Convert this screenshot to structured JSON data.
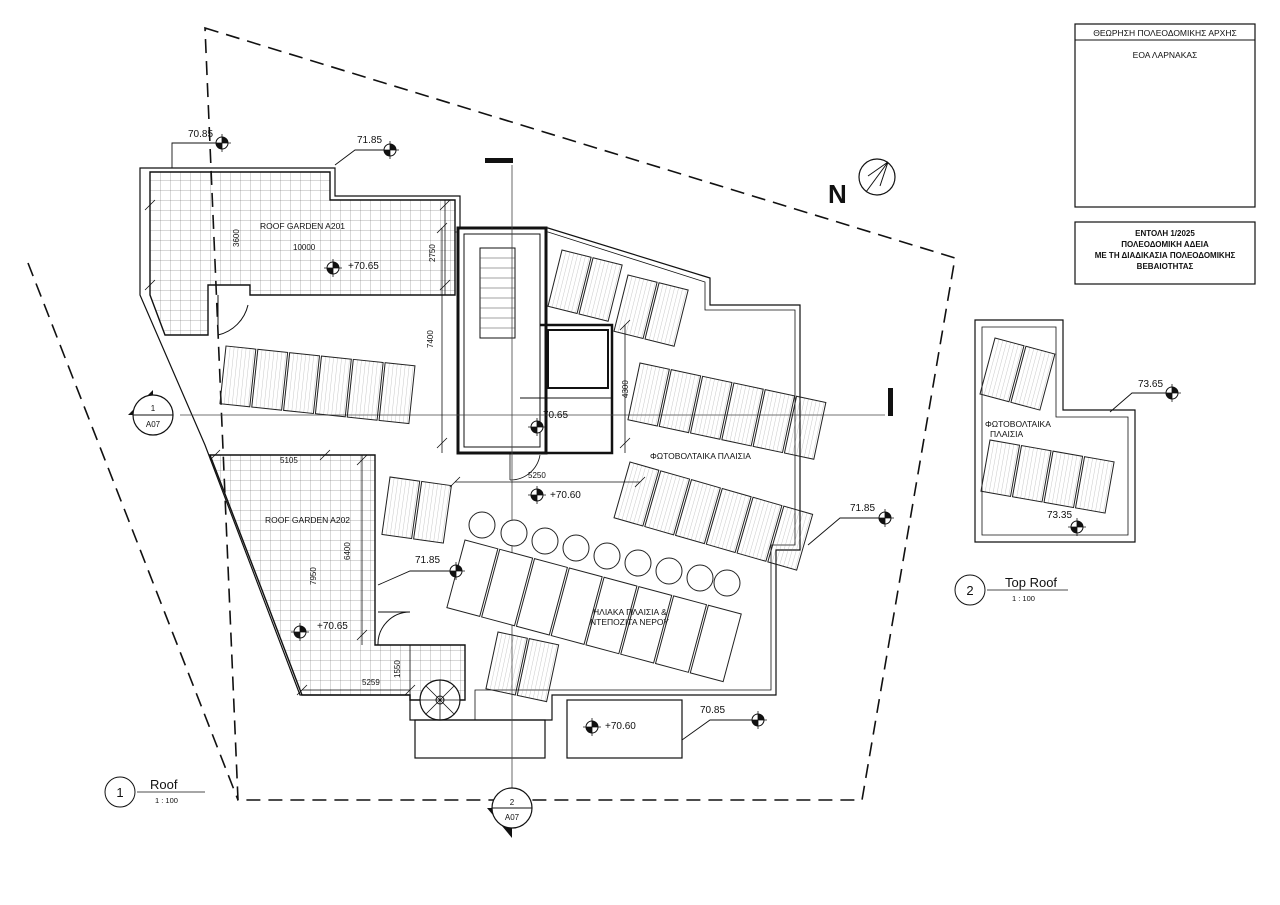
{
  "stamp_box": {
    "header": "ΘΕΩΡΗΣΗ ΠΟΛΕΟΔΟΜΙΚΗΣ ΑΡΧΗΣ",
    "authority": "ΕΟΑ ΛΑΡΝΑΚΑΣ"
  },
  "notice_box": {
    "lines": [
      "ΕΝΤΟΛΗ 1/2025",
      "ΠΟΛΕΟΔΟΜΙΚΗ ΑΔΕΙΑ",
      "ΜΕ ΤΗ ΔΙΑΔΙΚΑΣΙΑ ΠΟΛΕΟΔΟΜΙΚΗΣ",
      "ΒΕΒΑΙΟΤΗΤΑΣ"
    ]
  },
  "north_label": "N",
  "views": [
    {
      "number": "1",
      "title": "Roof",
      "scale": "1 : 100"
    },
    {
      "number": "2",
      "title": "Top Roof",
      "scale": "1 : 100"
    }
  ],
  "section_markers": [
    {
      "number": "1",
      "sheet": "A07"
    },
    {
      "number": "2",
      "sheet": "A07"
    }
  ],
  "rooms": {
    "roof_garden_a201": "ROOF GARDEN A201",
    "roof_garden_a202": "ROOF GARDEN A202",
    "pv_panels_main": "ΦΩΤΟΒΟΛΤΑΙΚΑ ΠΛΑΙΣΙΑ",
    "solar_water": [
      "ΗΛΙΑΚΑ ΠΛΑΙΣΙΑ &",
      "ΝΤΕΠΟΖΙΤΑ ΝΕΡΟΥ"
    ],
    "pv_panels_top": [
      "ΦΩΤΟΒΟΛΤΑΙΚΑ",
      "ΠΛΑΙΣΙΑ"
    ]
  },
  "levels": {
    "l_70_85_a": "70.85",
    "l_71_85_a": "71.85",
    "l_70_65_a": "+70.65",
    "l_70_65_core": "70.65",
    "l_70_60_a": "+70.60",
    "l_71_85_b": "71.85",
    "l_71_85_c": "71.85",
    "l_70_65_b": "+70.65",
    "l_70_60_b": "+70.60",
    "l_70_85_b": "70.85",
    "l_73_65": "73.65",
    "l_73_35": "73.35"
  },
  "dimensions": {
    "d3600": "3600",
    "d10000": "10000",
    "d2750": "2750",
    "d7400": "7400",
    "d4300": "4300",
    "d5250": "5250",
    "d5105": "5105",
    "d7950": "7950",
    "d6400": "6400",
    "d5259": "5259",
    "d1550": "1550"
  }
}
